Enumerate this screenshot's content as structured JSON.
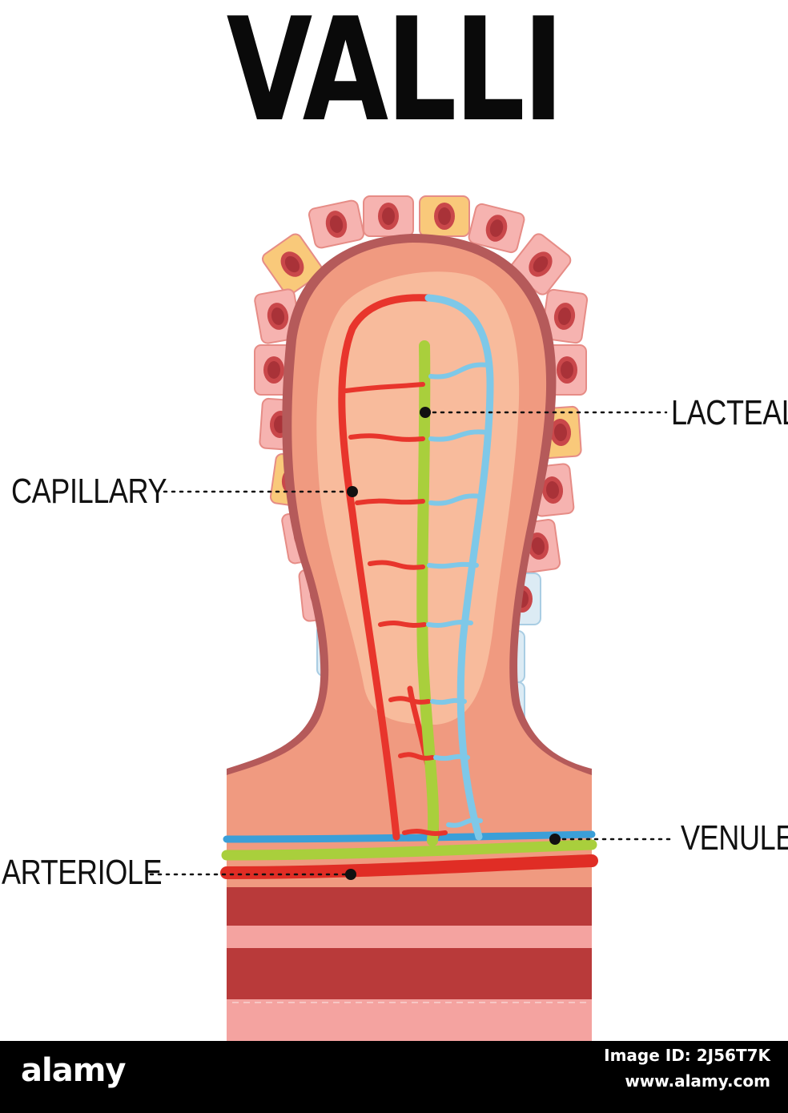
{
  "title": "VALLI",
  "labels": {
    "lacteal": "LACTEAL",
    "capillary": "CAPILLARY",
    "venule": "VENULE",
    "arteriole": "ARTERIOLE"
  },
  "footer": {
    "brand": "alamy",
    "image_id": "Image ID: 2J56T7K",
    "url": "www.alamy.com"
  },
  "colors": {
    "capillary": "#e8352c",
    "lacteal": "#a9cf3c",
    "venule": "#7ec8e8",
    "arteriole": "#e02d25",
    "muscle_dark": "#b93a3a",
    "muscle_light": "#f4a3a0",
    "tissue": "#f09a80",
    "cell_pink": "#f6b3b0",
    "cell_yellow": "#f9c97a",
    "cell_blue": "#dcebf4",
    "nucleus": "#c9474a"
  }
}
